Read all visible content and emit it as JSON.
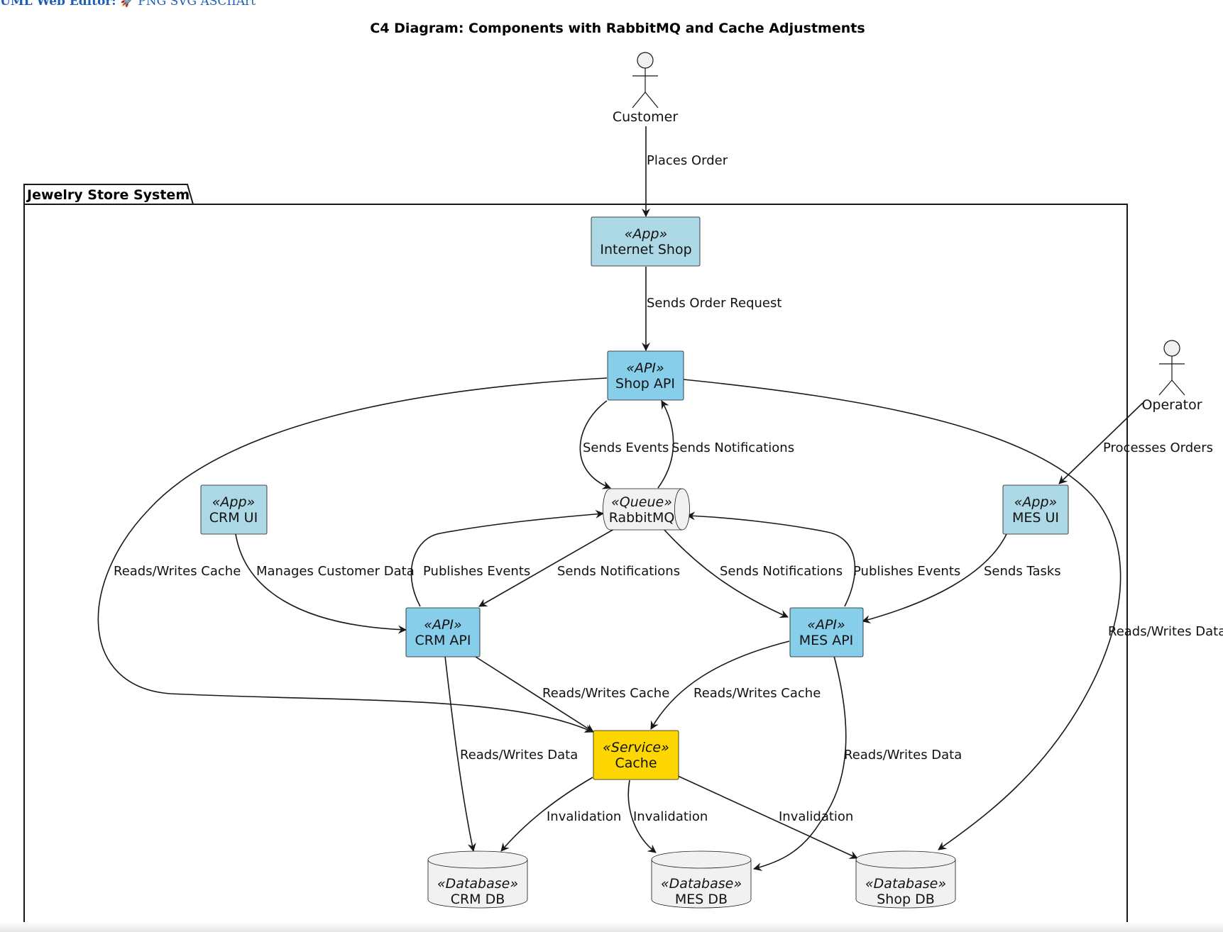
{
  "header": {
    "editor_label": "UML Web Editor:",
    "rocket_icon": "rocket-icon",
    "links_label": "PNG SVG ASCIIArt"
  },
  "diagram": {
    "title": "C4 Diagram: Components with RabbitMQ and Cache Adjustments",
    "package_label": "Jewelry Store System",
    "actors": {
      "customer": "Customer",
      "operator": "Operator"
    },
    "nodes": {
      "internet_shop": {
        "stereotype": "«App»",
        "name": "Internet Shop"
      },
      "shop_api": {
        "stereotype": "«API»",
        "name": "Shop API"
      },
      "rabbitmq": {
        "stereotype": "«Queue»",
        "name": "RabbitMQ"
      },
      "crm_ui": {
        "stereotype": "«App»",
        "name": "CRM UI"
      },
      "mes_ui": {
        "stereotype": "«App»",
        "name": "MES UI"
      },
      "crm_api": {
        "stereotype": "«API»",
        "name": "CRM API"
      },
      "mes_api": {
        "stereotype": "«API»",
        "name": "MES API"
      },
      "cache": {
        "stereotype": "«Service»",
        "name": "Cache"
      },
      "crm_db": {
        "stereotype": "«Database»",
        "name": "CRM DB"
      },
      "mes_db": {
        "stereotype": "«Database»",
        "name": "MES DB"
      },
      "shop_db": {
        "stereotype": "«Database»",
        "name": "Shop DB"
      }
    },
    "edges": {
      "places_order": "Places Order",
      "sends_order_request": "Sends Order Request",
      "shop_sends_events": "Sends Events",
      "queue_notifies_shop": "Sends Notifications",
      "processes_orders": "Processes Orders",
      "shop_cache": "Reads/Writes Cache",
      "manages_customer_data": "Manages Customer Data",
      "crm_publishes_events": "Publishes Events",
      "queue_notifies_crm": "Sends Notifications",
      "queue_notifies_mes": "Sends Notifications",
      "mes_publishes_events": "Publishes Events",
      "sends_tasks": "Sends Tasks",
      "shop_db_rw": "Reads/Writes Data",
      "crm_cache": "Reads/Writes Cache",
      "mes_cache": "Reads/Writes Cache",
      "crm_db_rw": "Reads/Writes Data",
      "mes_db_rw": "Reads/Writes Data",
      "inv_crm": "Invalidation",
      "inv_mes": "Invalidation",
      "inv_shop": "Invalidation"
    },
    "colors": {
      "app": "#ADD8E6",
      "api": "#87CEEB",
      "service": "#FFD700",
      "queue_db": "#F1F1F1",
      "border": "#181818",
      "actor_fill": "#F1F1F1"
    }
  }
}
